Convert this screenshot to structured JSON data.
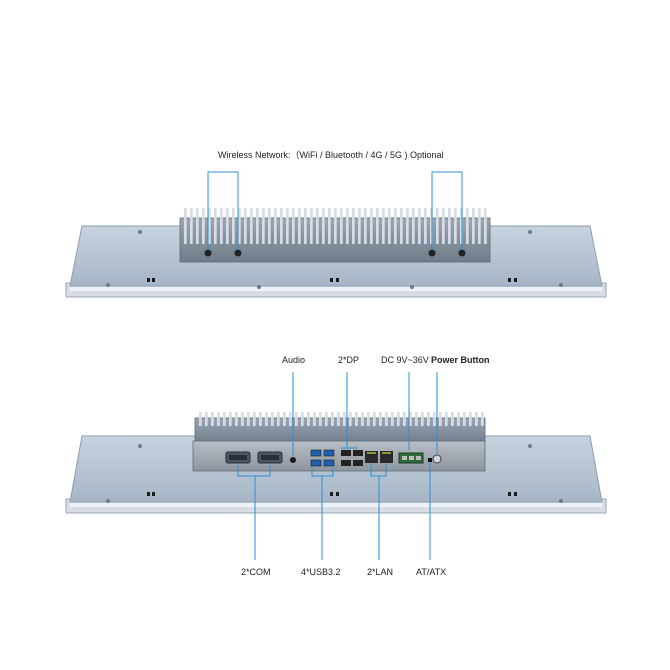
{
  "top_view": {
    "wireless_label": "Wireless Network:（WiFi / Bluetooth / 4G / 5G ) Optional"
  },
  "bottom_view": {
    "top_labels": {
      "audio": "Audio",
      "dp": "2*DP",
      "dc": "DC 9V~36V",
      "power": "Power Button"
    },
    "bottom_labels": {
      "com": "2*COM",
      "usb": "4*USB3.2",
      "lan": "2*LAN",
      "atatx": "AT/ATX"
    }
  },
  "colors": {
    "chassis": "#b5c3d2",
    "chassis_dark": "#8e9eb0",
    "heatsink": "#8a96a4",
    "io_panel": "#9fa7b0",
    "callout_line": "#2b8fd6"
  }
}
